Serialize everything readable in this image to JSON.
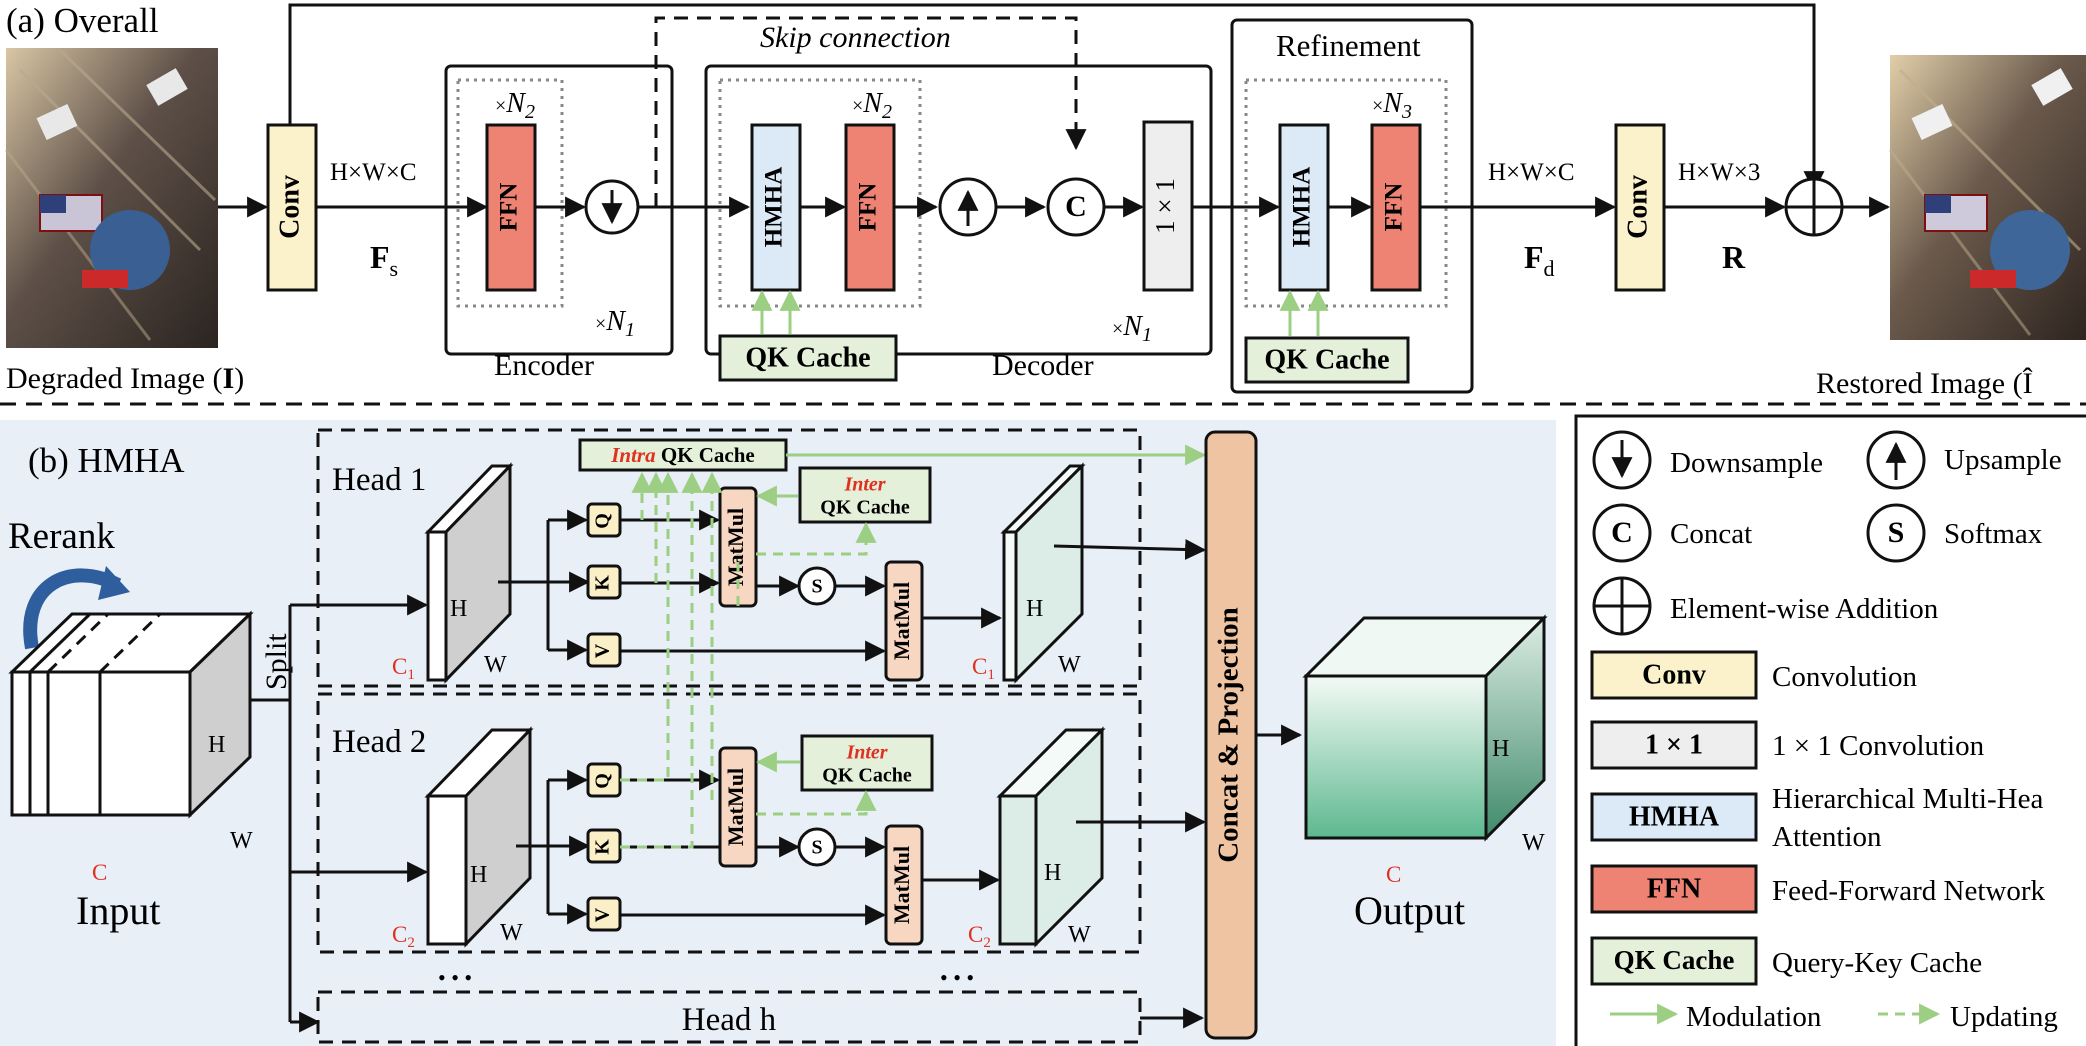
{
  "colors": {
    "conv": "#fbf2cc",
    "ffn": "#ee8273",
    "hmha": "#dce9f7",
    "qk_cache": "#e4f0d9",
    "one_by_one": "#eeeeee",
    "qkv": "#fbefc8",
    "matmul": "#f8d7c2",
    "concat_proj": "#efc4a2",
    "hmha_panel": "#e8eff7",
    "modulation": "#9ccf83",
    "head_out": "#dcede8",
    "output_cube": "#6cbf9d",
    "red_label": "#e03020"
  },
  "overall": {
    "title": "(a) Overall",
    "degraded_label": "Degraded Image (",
    "degraded_symbol": "I",
    "degraded_close": ")",
    "restored_label": "Restored Image (Î",
    "conv": "Conv",
    "dims_in": "H×W×C",
    "fs": "F",
    "fs_sub": "s",
    "ffn": "FFN",
    "hmha": "HMHA",
    "times": "×",
    "n1": "N",
    "n1_sub": "1",
    "n2": "N",
    "n2_sub": "2",
    "n3": "N",
    "n3_sub": "3",
    "encoder": "Encoder",
    "decoder": "Decoder",
    "refinement": "Refinement",
    "skip": "Skip connection",
    "qk_cache": "QK Cache",
    "concat_c": "C",
    "one_by_one": "1 × 1",
    "dims_mid": "H×W×C",
    "fd": "F",
    "fd_sub": "d",
    "dims_out": "H×W×3",
    "r": "R"
  },
  "hmha": {
    "title": "(b) HMHA",
    "rerank": "Rerank",
    "split": "Split",
    "input": "Input",
    "output": "Output",
    "h": "H",
    "w": "W",
    "c": "C",
    "head1": "Head 1",
    "head2": "Head 2",
    "headh": "Head h",
    "q": "Q",
    "k": "K",
    "v": "V",
    "s": "S",
    "matmul": "MatMul",
    "intra": "Intra",
    "qk_cache": "QK Cache",
    "inter": "Inter",
    "c1": "C",
    "c1_sub": "1",
    "c2": "C",
    "c2_sub": "2",
    "dots": "• • •",
    "concat_proj": "Concat & Projection"
  },
  "legend": {
    "downsample": "Downsample",
    "upsample": "Upsample",
    "concat_sym": "C",
    "concat": "Concat",
    "softmax_sym": "S",
    "softmax": "Softmax",
    "addition": "Element-wise Addition",
    "conv_box": "Conv",
    "conv": "Convolution",
    "one_box": "1 × 1",
    "one": "1 × 1 Convolution",
    "hmha_box": "HMHA",
    "hmha_1": "Hierarchical Multi-Hea",
    "hmha_2": "Attention",
    "ffn_box": "FFN",
    "ffn": "Feed-Forward Network",
    "qk_box": "QK Cache",
    "qk": "Query-Key Cache",
    "modulation": "Modulation",
    "updating": "Updating"
  }
}
